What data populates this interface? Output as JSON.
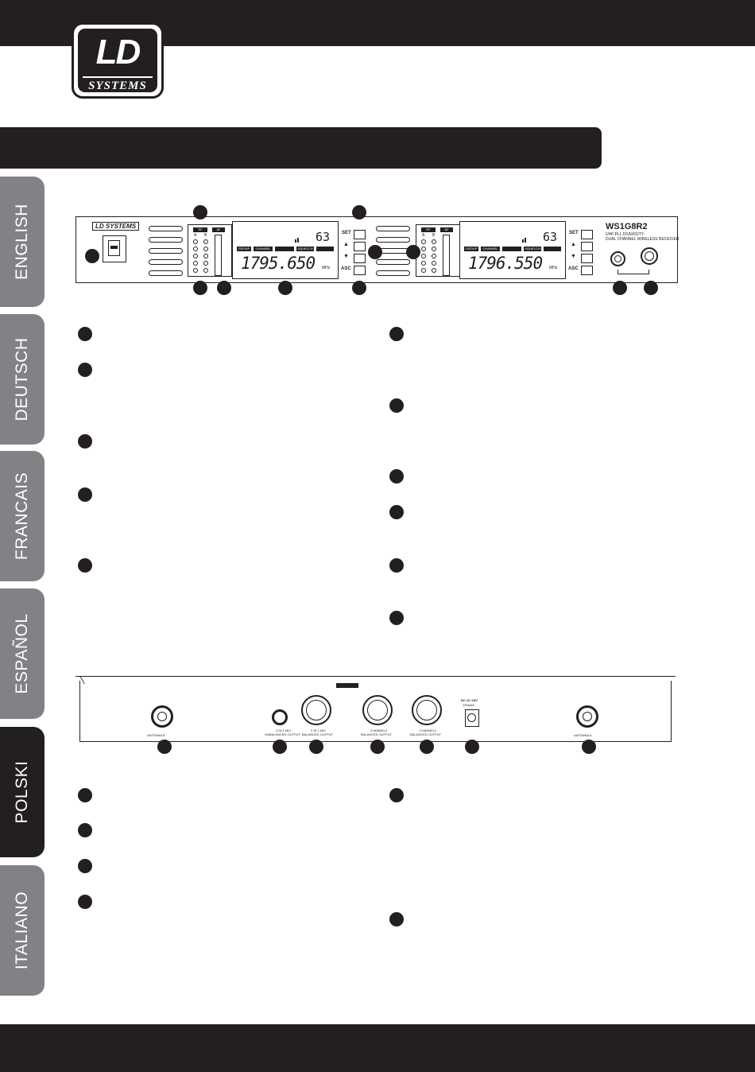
{
  "brand": {
    "logo_text": "LD",
    "logo_subtext": "SYSTEMS"
  },
  "tabs": [
    {
      "label": "ENGLISH",
      "active": false
    },
    {
      "label": "DEUTSCH",
      "active": false
    },
    {
      "label": "FRANCAIS",
      "active": false
    },
    {
      "label": "ESPAÑOL",
      "active": false
    },
    {
      "label": "POLSKI",
      "active": true
    },
    {
      "label": "ITALIANO",
      "active": false
    }
  ],
  "front_panel": {
    "panel_logo": "LD SYSTEMS",
    "model": "WS1G8R2",
    "model_sub1": "UHF PLL DIVERSITY",
    "model_sub2": "DUAL CHANNEL WIRELESS RECEIVER",
    "rf_label": "RF",
    "af_label": "AF",
    "rf_a": "A",
    "rf_b": "B",
    "channel_1": {
      "frequency": "1795.650",
      "channel_number": "63",
      "unit": "MHz"
    },
    "channel_2": {
      "frequency": "1796.550",
      "channel_number": "63",
      "unit": "MHz"
    },
    "lcd_labels": [
      "GROUP",
      "CHANNEL",
      "",
      "SQUELCH",
      ""
    ],
    "buttons": {
      "set": "SET",
      "up": "▲",
      "down": "▼",
      "asc": "ASC"
    }
  },
  "rear_panel": {
    "antenna_b": "ANTENNA B",
    "antenna_a": "ANTENNA A",
    "mix_unbalanced": [
      "2 IN 1 MIX",
      "UNBALANCED OUTPUT"
    ],
    "mix_balanced": [
      "2 IN 1 MIX",
      "BALANCED OUTPUT"
    ],
    "ch2_balanced": [
      "CHANNEL2",
      "BALANCED OUTPUT"
    ],
    "ch1_balanced": [
      "CHANNEL1",
      "BALANCED OUTPUT"
    ],
    "power": [
      "DC 12~18V",
      "1000mA"
    ]
  }
}
